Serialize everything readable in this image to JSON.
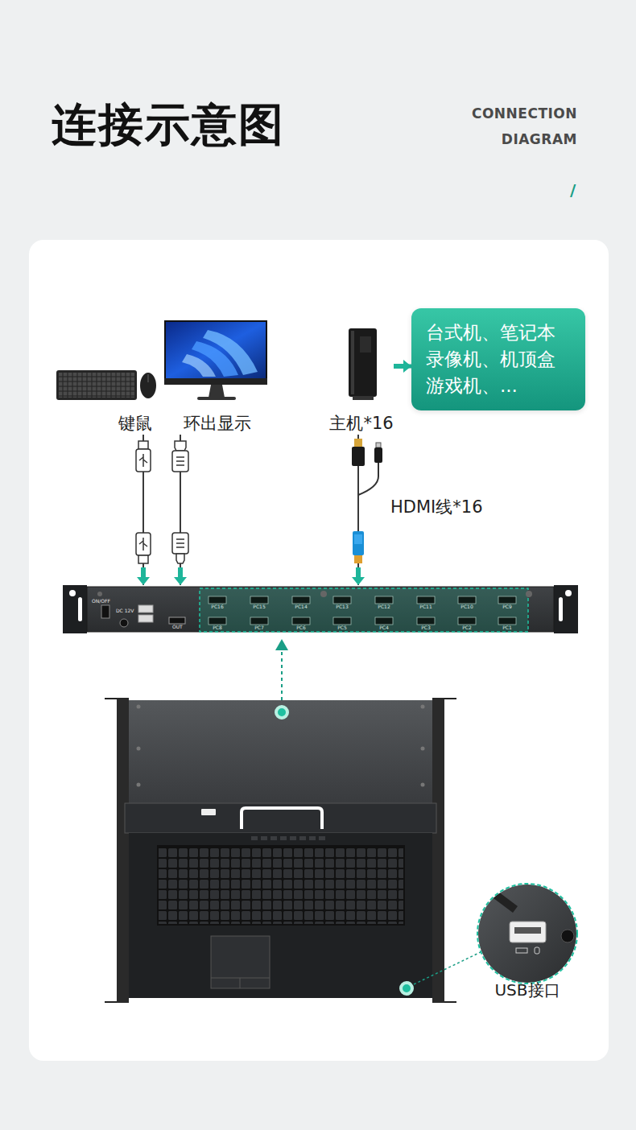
{
  "diagram": {
    "title": "连接示意图",
    "nodes": [
      {
        "text": [
          "键鼠"
        ]
      },
      {
        "text": [
          "环出显示"
        ]
      },
      {
        "text": [
          "主机*16"
        ]
      },
      {
        "text": [
          "台式机、笔记本 录像机、机顶盒 游戏机、..."
        ]
      },
      {
        "text": [
          "ON/OFF",
          "DC 12V",
          "OUT"
        ]
      }
    ],
    "edges": [
      {
        "from": 2,
        "to": 3,
        "arrow": "to"
      },
      {
        "from": 0,
        "to": 4,
        "arrow": "to"
      },
      {
        "from": 1,
        "to": 4,
        "arrow": "to"
      },
      {
        "from": 2,
        "to": 4,
        "label": "HDMI线*16",
        "arrow": "to"
      }
    ],
    "labels": [
      "CONNECTION",
      "DIAGRAM",
      "/",
      "PC16",
      "PC15",
      "PC14",
      "PC13",
      "PC12",
      "PC11",
      "PC10",
      "PC9",
      "PC8",
      "PC7",
      "PC6",
      "PC5",
      "PC4",
      "PC3",
      "PC2",
      "PC1",
      "USB接口"
    ]
  }
}
